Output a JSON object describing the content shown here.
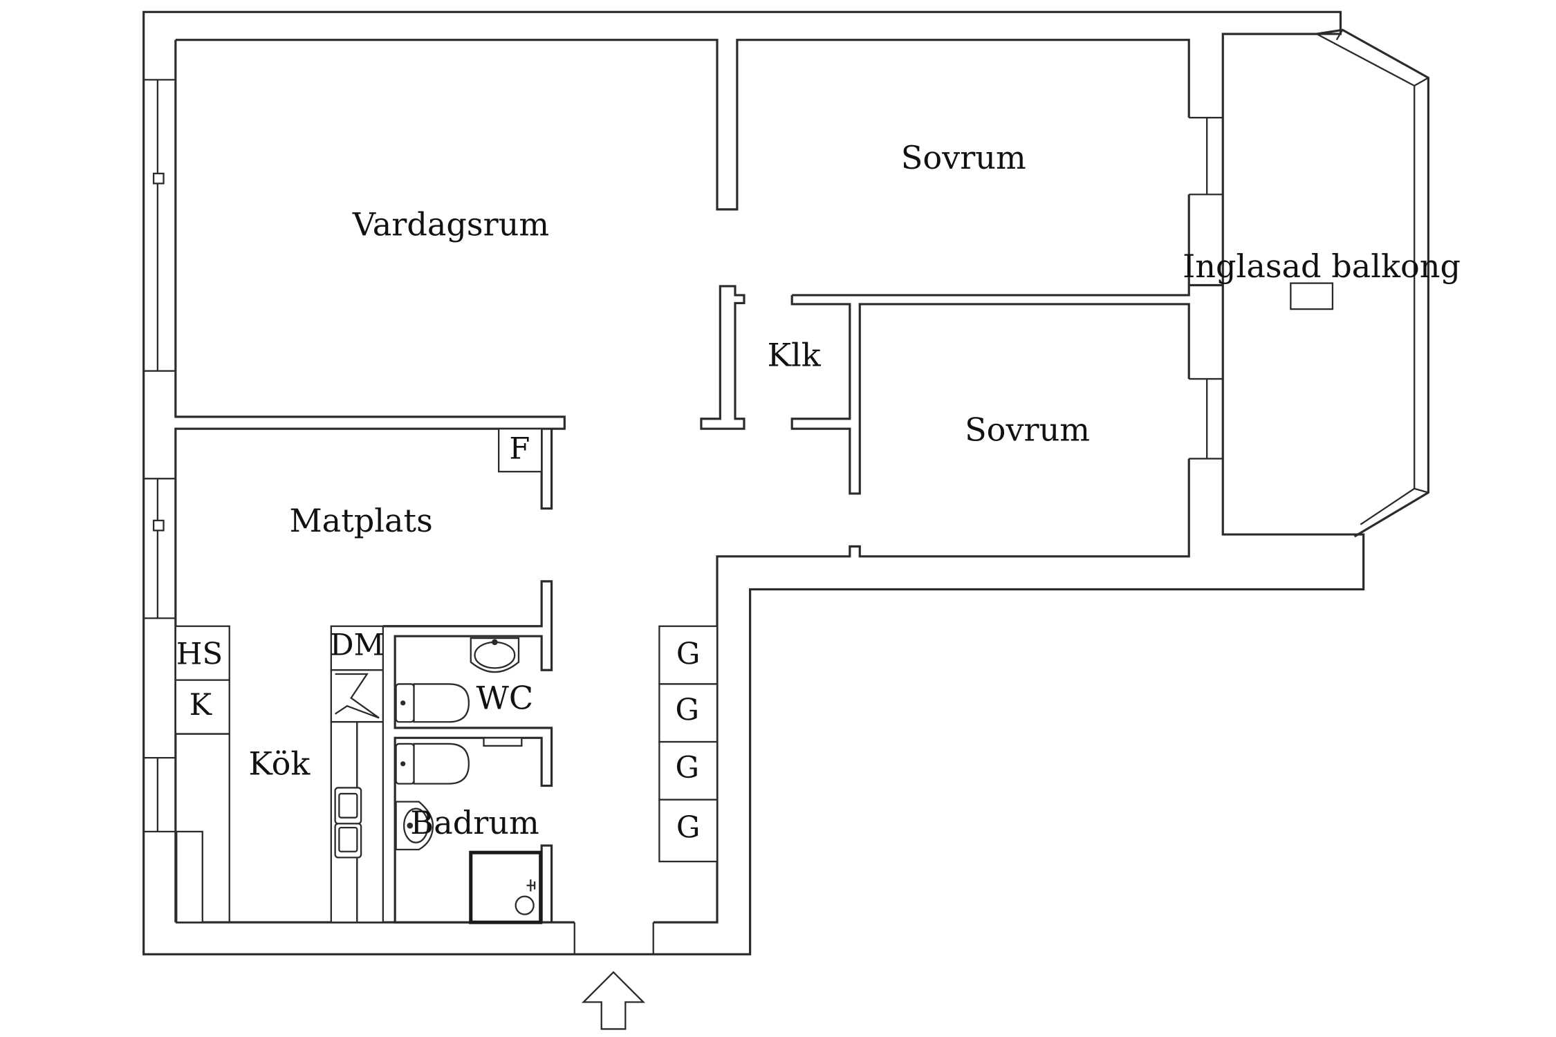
{
  "rooms": {
    "vardagsrum": "Vardagsrum",
    "sovrum_1": "Sovrum",
    "sovrum_2": "Sovrum",
    "inglasad_balkong": "Inglasad balkong",
    "klk": "Klk",
    "matplats": "Matplats",
    "kok": "Kök",
    "wc": "WC",
    "badrum": "Badrum"
  },
  "fixtures": {
    "f": "F",
    "hs": "HS",
    "k": "K",
    "dm": "DM",
    "g1": "G",
    "g2": "G",
    "g3": "G",
    "g4": "G"
  },
  "colors": {
    "line": "#2b2b2b",
    "background": "#ffffff"
  },
  "icons": {
    "entrance": "arrow-up-icon"
  }
}
